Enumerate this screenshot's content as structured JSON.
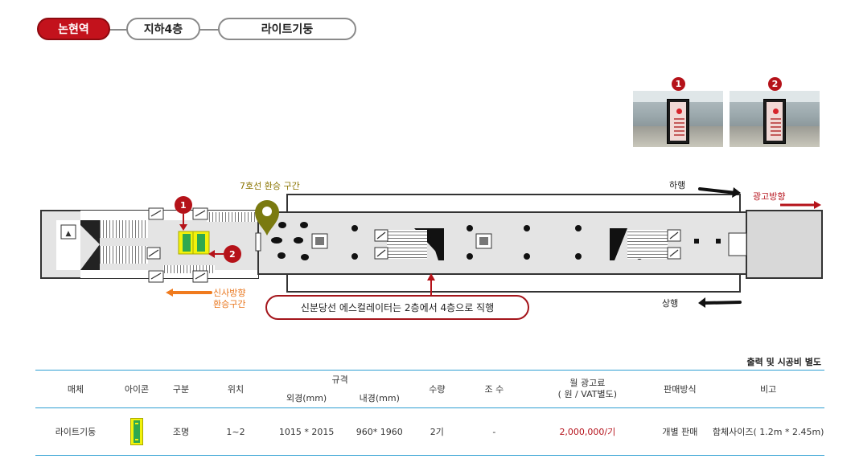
{
  "breadcrumb": {
    "station": "논현역",
    "floor": "지하4층",
    "media": "라이트기둥"
  },
  "photos": [
    {
      "badge": "1"
    },
    {
      "badge": "2"
    }
  ],
  "map": {
    "transfer_line7": "7호선 환승 구간",
    "down_direction": "하행",
    "up_direction": "상행",
    "ad_direction": "광고방향",
    "sinsa_line1": "신사방향",
    "sinsa_line2": "환승구간",
    "marker_1": "1",
    "marker_2": "2",
    "escalator_note": "신분당선 에스컬레이터는 2층에서 4층으로 직행",
    "colors": {
      "accent_red": "#c3121c",
      "arrow_orange": "#f07b1e",
      "pin_olive": "#7a7a10",
      "icon_green": "#2fa84f",
      "icon_yellow": "#f2f20c"
    }
  },
  "table": {
    "note": "출력 및 시공비 별도",
    "headers": {
      "media": "매체",
      "icon": "아이콘",
      "category": "구분",
      "location": "위치",
      "spec": "규격",
      "spec_outer": "외경(mm)",
      "spec_inner": "내경(mm)",
      "quantity": "수량",
      "lighting": "조 수",
      "price_line1": "월 광고료",
      "price_line2": "( 원 / VAT별도)",
      "sales": "판매방식",
      "remarks": "비고"
    },
    "row": {
      "media": "라이트기둥",
      "icon": "light-pillar-icon",
      "category": "조명",
      "location": "1~2",
      "spec_outer": "1015 * 2015",
      "spec_inner": "960* 1960",
      "quantity": "2기",
      "lighting": "-",
      "price": "2,000,000/기",
      "sales": "개별 판매",
      "remarks": "함체사이즈( 1.2m * 2.45m)"
    }
  }
}
